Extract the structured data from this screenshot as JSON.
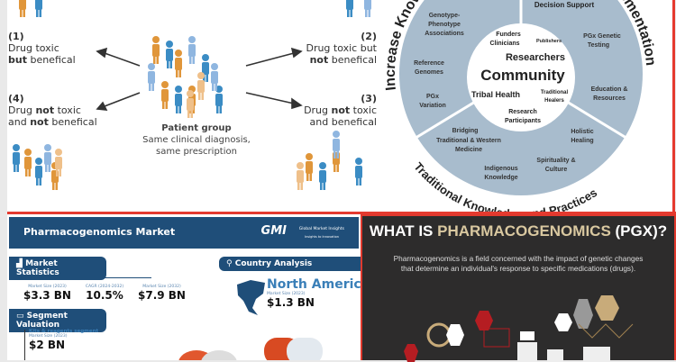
{
  "patient_panel": {
    "outcome_1": {
      "num": "(1)",
      "line1": "Drug toxic",
      "bold2": "but",
      "rest2": " benefical"
    },
    "outcome_2": {
      "num": "(2)",
      "line1": "Drug toxic but",
      "bold2": "not",
      "rest2": " benefical"
    },
    "outcome_3": {
      "num": "(3)",
      "pre1": "Drug ",
      "bold1": "not",
      "post1": " toxic",
      "line2": "and benefical"
    },
    "outcome_4": {
      "num": "(4)",
      "pre1": "Drug ",
      "bold1": "not",
      "post1": " toxic",
      "pre2": "and ",
      "bold2": "not",
      "post2": " benefical"
    },
    "group_title": "Patient group",
    "group_sub1": "Same clinical diagnosis,",
    "group_sub2": "same prescription"
  },
  "community_panel": {
    "arc_left": "Increase Knowledge",
    "arc_right": "Implementation",
    "arc_bottom": "Traditional Knowledge and Practices",
    "top_right_cut": "Decision Support",
    "ring_items": [
      "Genotype-",
      "Phenotype",
      "Associations",
      "Reference",
      "Genomes",
      "PGx",
      "Variation",
      "PGx Genetic",
      "Testing",
      "Education &",
      "Resources",
      "Bridging",
      "Traditional & Western",
      "Medicine",
      "Indigenous",
      "Knowledge",
      "Spirituality &",
      "Culture",
      "Holistic",
      "Healing"
    ],
    "center": {
      "funders": "Funders",
      "clinicians": "Clinicians",
      "publishers": "Publishers",
      "researchers": "Researchers",
      "community": "Community",
      "tribal": "Tribal Health",
      "healers1": "Traditional",
      "healers2": "Healers",
      "participants1": "Research",
      "participants2": "Participants"
    }
  },
  "market_panel": {
    "title": "Pharmacogenomics Market",
    "brand": "GMI",
    "brand_name": "Global Market Insights",
    "brand_tag": "Insights to Innovation",
    "stats_tab": "Market Statistics",
    "country_tab": "Country Analysis",
    "segment_tab": "Segment Valuation",
    "stats": [
      {
        "label": "Market Size (2023)",
        "value": "$3.3 BN"
      },
      {
        "label": "CAGR (2024-2032)",
        "value": "10.5%"
      },
      {
        "label": "Market Size (2032)",
        "value": "$7.9 BN"
      }
    ],
    "country": {
      "name": "North America",
      "label": "Market Size (2023)",
      "value": "$1.3 BN"
    },
    "segment": {
      "name": "Kits & reagents segment",
      "label": "Market Size (2023)",
      "value": "$2 BN"
    }
  },
  "pgx_panel": {
    "title_a": "WHAT IS ",
    "title_b": "PHARMACOGENOMICS",
    "title_c": " (PGX)?",
    "desc1": "Pharmacogenomics is a field concerned with the impact of genetic changes",
    "desc2": "that determine an individual's response to specific medications (drugs)."
  }
}
